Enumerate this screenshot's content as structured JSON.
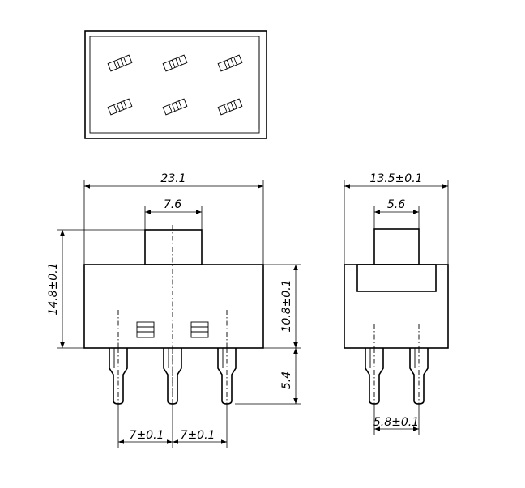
{
  "drawing": {
    "dimensions": {
      "front_width": "23.1",
      "actuator_width": "7.6",
      "total_height": "14.8±0.1",
      "body_height": "10.8±0.1",
      "pin_length": "5.4",
      "pitch_left": "7±0.1",
      "pitch_right": "7±0.1",
      "side_width": "13.5±0.1",
      "side_actuator_width": "5.6",
      "side_pin_spacing": "5.8±0.1"
    }
  }
}
